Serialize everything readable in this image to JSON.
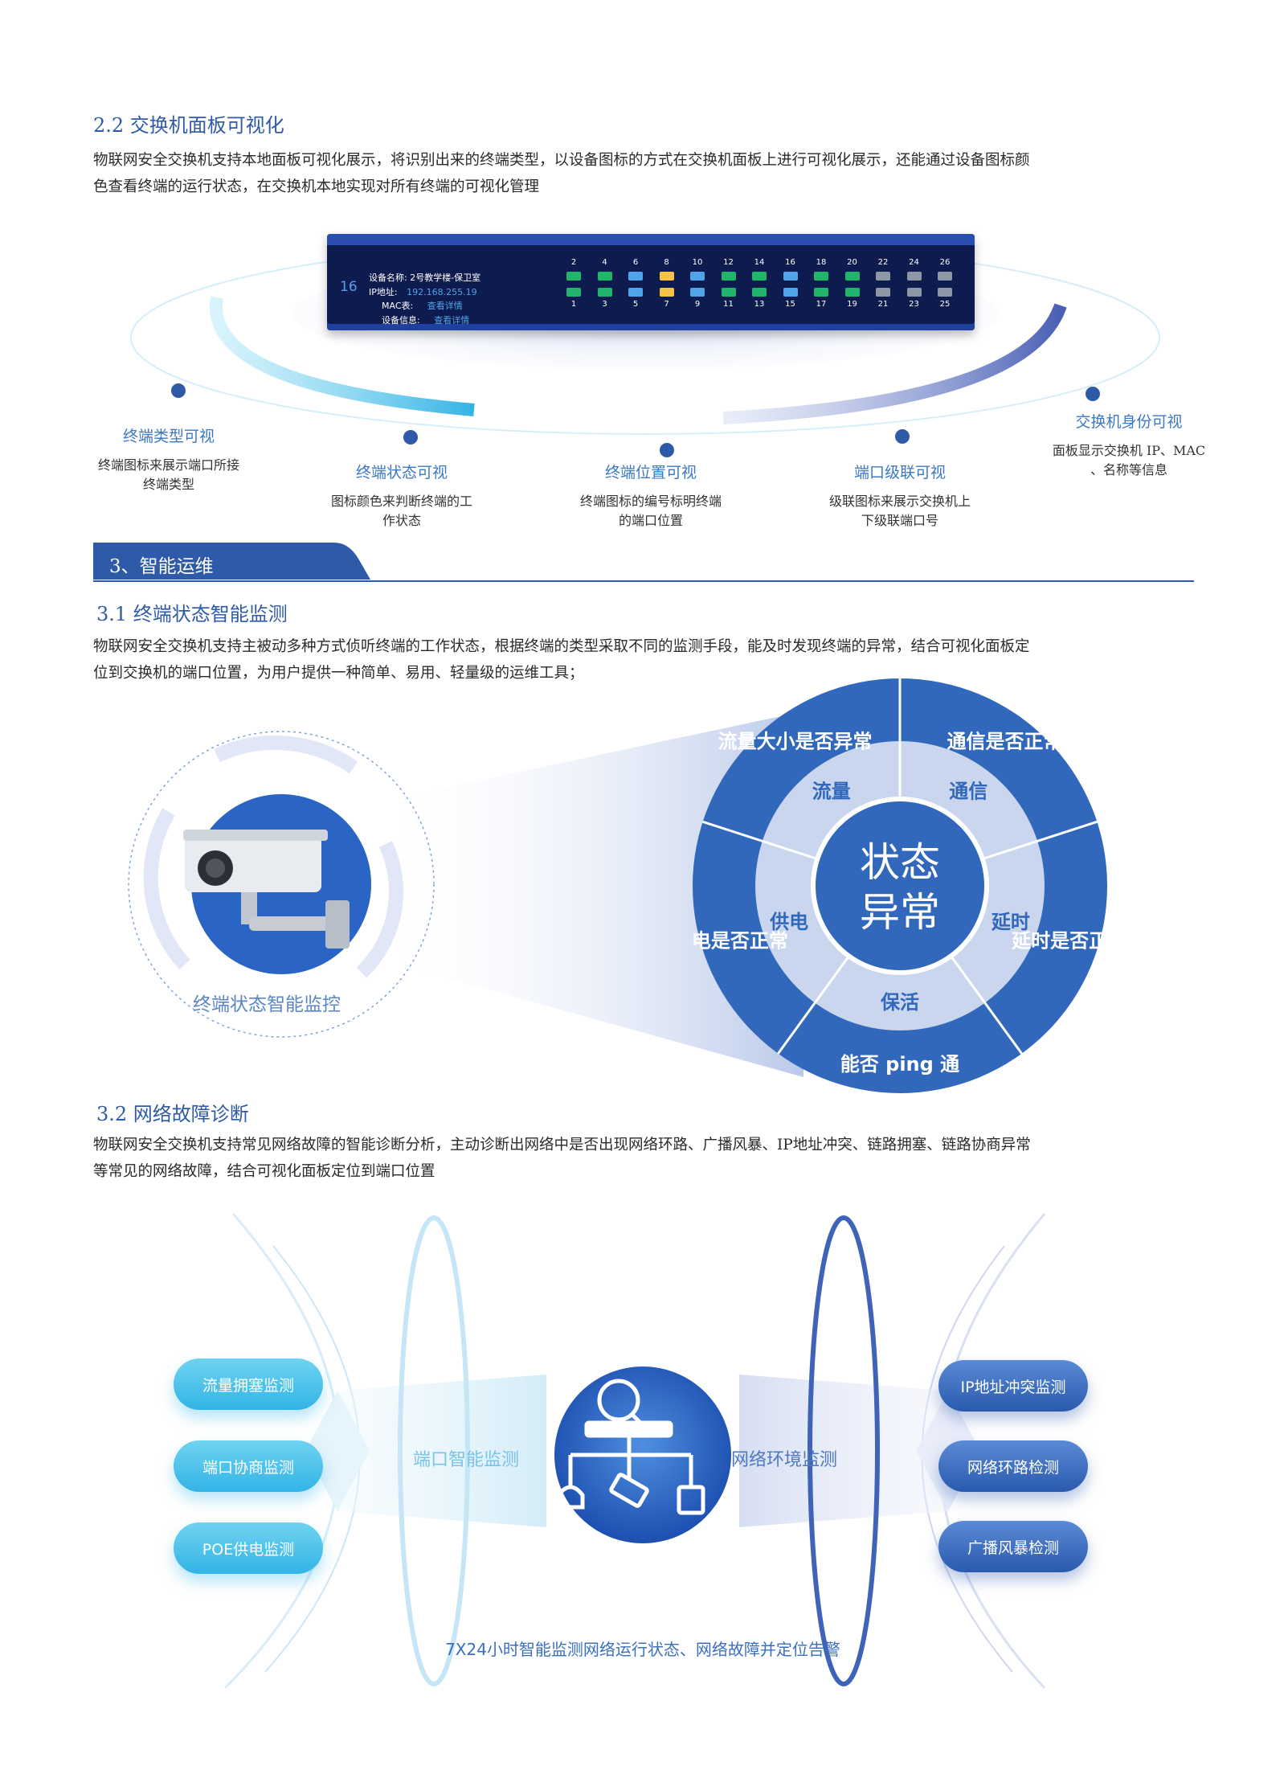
{
  "s22": {
    "heading": "2.2 交换机面板可视化",
    "para_line1": "物联网安全交换机支持本地面板可视化展示，将识别出来的终端类型，以设备图标的方式在交换机面板上进行可视化展示，还能通过设备图标颜",
    "para_line2": "色查看终端的运行状态，在交换机本地实现对所有终端的可视化管理"
  },
  "panel": {
    "port_count": "16",
    "device_name_label": "设备名称:",
    "device_name_value": "2号教学楼-保卫室",
    "ip_label": "IP地址:",
    "ip_value": "192.168.255.19",
    "mac_label": "MAC表:",
    "mac_value": "查看详情",
    "info_label": "设备信息:",
    "info_value": "查看详情",
    "top_ports": [
      "2",
      "4",
      "6",
      "8",
      "10",
      "12",
      "14",
      "16",
      "18",
      "20",
      "22",
      "24",
      "26"
    ],
    "bottom_ports": [
      "1",
      "3",
      "5",
      "7",
      "9",
      "11",
      "13",
      "15",
      "17",
      "19",
      "21",
      "23",
      "25"
    ]
  },
  "features": [
    {
      "title": "终端类型可视",
      "desc1": "终端图标来展示端口所接",
      "desc2": "终端类型"
    },
    {
      "title": "终端状态可视",
      "desc1": "图标颜色来判断终端的工",
      "desc2": "作状态"
    },
    {
      "title": "终端位置可视",
      "desc1": "终端图标的编号标明终端",
      "desc2": "的端口位置"
    },
    {
      "title": "端口级联可视",
      "desc1": "级联图标来展示交换机上",
      "desc2": "下级联端口号"
    },
    {
      "title": "交换机身份可视",
      "desc1": "面板显示交换机 IP、MAC",
      "desc2": "、名称等信息"
    }
  ],
  "s3": {
    "tab_label": "3、智能运维"
  },
  "s31": {
    "heading": "3.1 终端状态智能监测",
    "para_line1": "物联网安全交换机支持主被动多种方式侦听终端的工作状态，根据终端的类型采取不同的监测手段，能及时发现终端的异常，结合可视化面板定",
    "para_line2": "位到交换机的端口位置，为用户提供一种简单、易用、轻量级的运维工具；",
    "camera_caption": "终端状态智能监控",
    "center_line1": "状态",
    "center_line2": "异常",
    "inner": [
      "流量",
      "通信",
      "延时",
      "保活",
      "供电"
    ],
    "outer": [
      "流量大小是否异常",
      "通信是否正常",
      "延时是否正常",
      "能否 ping 通",
      "供电是否正常"
    ]
  },
  "s32": {
    "heading": "3.2 网络故障诊断",
    "para_line1": "物联网安全交换机支持常见网络故障的智能诊断分析，主动诊断出网络中是否出现网络环路、广播风暴、IP地址冲突、链路拥塞、链路协商异常",
    "para_line2": "等常见的网络故障，结合可视化面板定位到端口位置",
    "left_pills": [
      "流量拥塞监测",
      "端口协商监测",
      "POE供电监测"
    ],
    "right_pills": [
      "IP地址冲突监测",
      "网络环路检测",
      "广播风暴检测"
    ],
    "left_label": "端口智能监测",
    "right_label": "网络环境监测",
    "bottom_caption": "7X24小时智能监测网络运行状态、网络故障并定位告警"
  },
  "colors": {
    "brand": "#2f5aa8",
    "accent_light": "#6fd3f0",
    "ring": "#3a6bc0"
  }
}
